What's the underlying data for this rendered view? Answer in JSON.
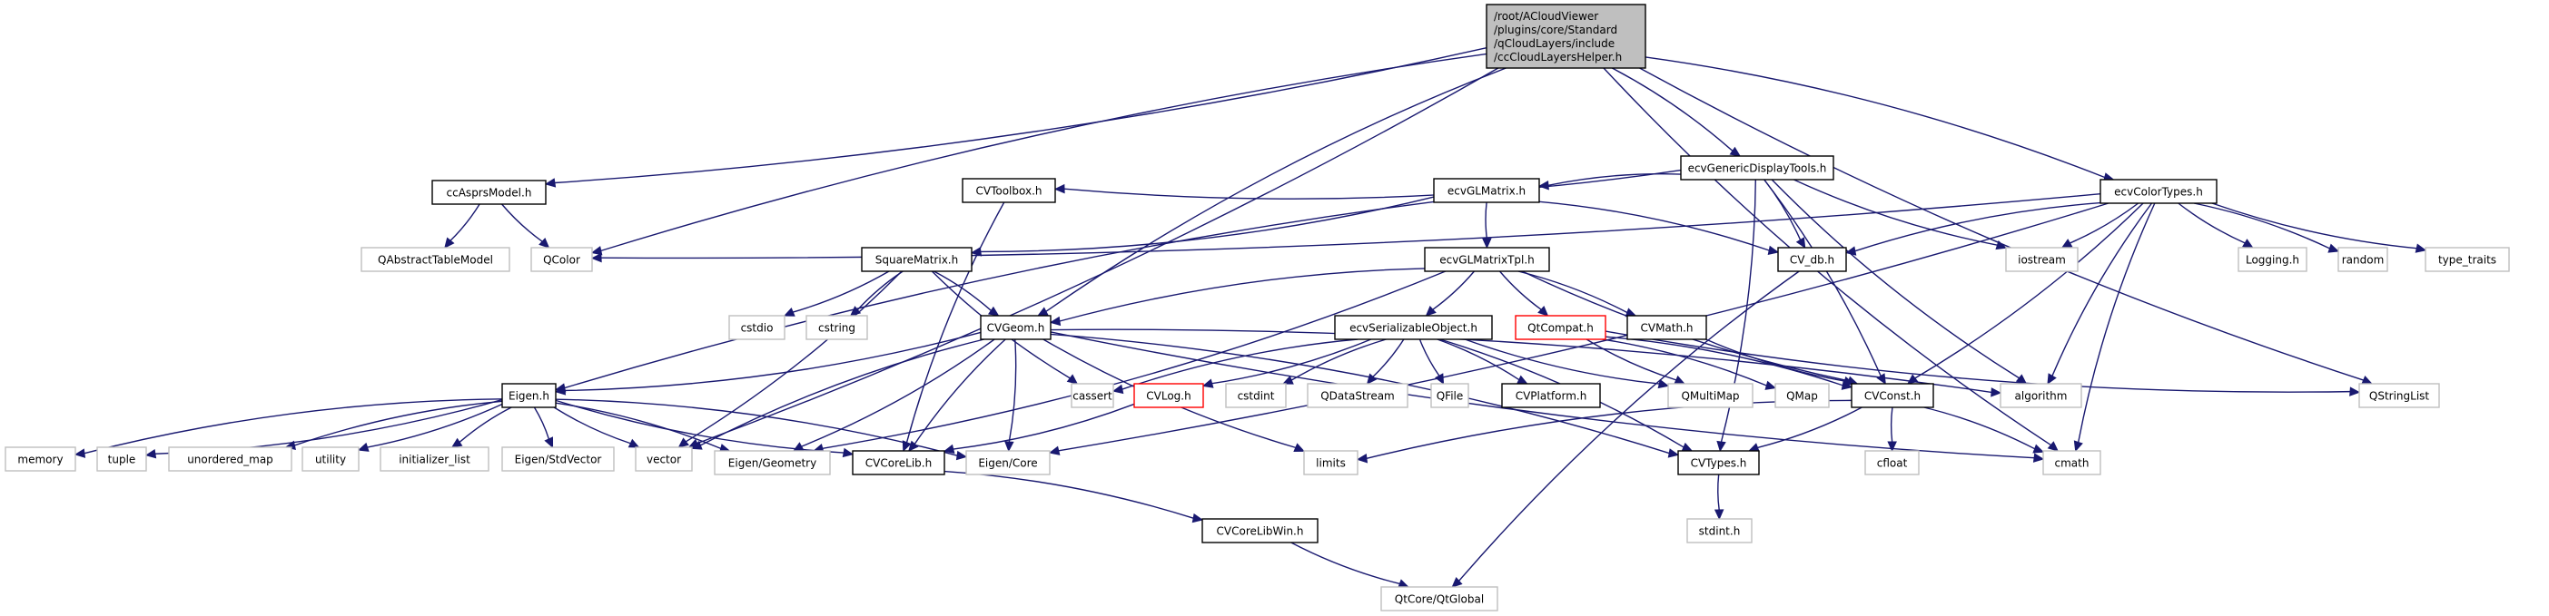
{
  "diagram": {
    "type": "include-dependency-graph",
    "colors": {
      "edge": "#191970",
      "external_border": "#bfbfbf",
      "documented_border": "#000000",
      "incomplete_border": "#ff0000",
      "root_fill": "#bfbfbf"
    },
    "nodes": [
      {
        "id": "root",
        "kind": "root",
        "lines": [
          "/root/ACloudViewer",
          "/plugins/core/Standard",
          "/qCloudLayers/include",
          "/ccCloudLayersHelper.h"
        ]
      },
      {
        "id": "ccAsprsModel",
        "kind": "int",
        "lines": [
          "ccAsprsModel.h"
        ]
      },
      {
        "id": "QAbstractTableModel",
        "kind": "ext",
        "lines": [
          "QAbstractTableModel"
        ]
      },
      {
        "id": "QColor",
        "kind": "ext",
        "lines": [
          "QColor"
        ]
      },
      {
        "id": "ecvGenericDisplayTools",
        "kind": "int",
        "lines": [
          "ecvGenericDisplayTools.h"
        ]
      },
      {
        "id": "CVToolbox",
        "kind": "int",
        "lines": [
          "CVToolbox.h"
        ]
      },
      {
        "id": "ecvGLMatrix",
        "kind": "int",
        "lines": [
          "ecvGLMatrix.h"
        ]
      },
      {
        "id": "ecvColorTypes",
        "kind": "int",
        "lines": [
          "ecvColorTypes.h"
        ]
      },
      {
        "id": "SquareMatrix",
        "kind": "int",
        "lines": [
          "SquareMatrix.h"
        ]
      },
      {
        "id": "ecvGLMatrixTpl",
        "kind": "int",
        "lines": [
          "ecvGLMatrixTpl.h"
        ]
      },
      {
        "id": "CV_db",
        "kind": "int",
        "lines": [
          "CV_db.h"
        ]
      },
      {
        "id": "iostream",
        "kind": "ext",
        "lines": [
          "iostream"
        ]
      },
      {
        "id": "Logging",
        "kind": "ext",
        "lines": [
          "Logging.h"
        ]
      },
      {
        "id": "random",
        "kind": "ext",
        "lines": [
          "random"
        ]
      },
      {
        "id": "type_traits",
        "kind": "ext",
        "lines": [
          "type_traits"
        ]
      },
      {
        "id": "cstdio",
        "kind": "ext",
        "lines": [
          "cstdio"
        ]
      },
      {
        "id": "cstring",
        "kind": "ext",
        "lines": [
          "cstring"
        ]
      },
      {
        "id": "CVGeom",
        "kind": "int",
        "lines": [
          "CVGeom.h"
        ]
      },
      {
        "id": "ecvSerializableObject",
        "kind": "int",
        "lines": [
          "ecvSerializableObject.h"
        ]
      },
      {
        "id": "QtCompat",
        "kind": "red",
        "lines": [
          "QtCompat.h"
        ]
      },
      {
        "id": "CVMath",
        "kind": "int",
        "lines": [
          "CVMath.h"
        ]
      },
      {
        "id": "Eigen",
        "kind": "int",
        "lines": [
          "Eigen.h"
        ]
      },
      {
        "id": "cassert",
        "kind": "ext",
        "lines": [
          "cassert"
        ]
      },
      {
        "id": "CVLog",
        "kind": "red",
        "lines": [
          "CVLog.h"
        ]
      },
      {
        "id": "cstdint",
        "kind": "ext",
        "lines": [
          "cstdint"
        ]
      },
      {
        "id": "QDataStream",
        "kind": "ext",
        "lines": [
          "QDataStream"
        ]
      },
      {
        "id": "QFile",
        "kind": "ext",
        "lines": [
          "QFile"
        ]
      },
      {
        "id": "CVPlatform",
        "kind": "int",
        "lines": [
          "CVPlatform.h"
        ]
      },
      {
        "id": "QMultiMap",
        "kind": "ext",
        "lines": [
          "QMultiMap"
        ]
      },
      {
        "id": "QMap",
        "kind": "ext",
        "lines": [
          "QMap"
        ]
      },
      {
        "id": "CVConst",
        "kind": "int",
        "lines": [
          "CVConst.h"
        ]
      },
      {
        "id": "algorithm",
        "kind": "ext",
        "lines": [
          "algorithm"
        ]
      },
      {
        "id": "QStringList",
        "kind": "ext",
        "lines": [
          "QStringList"
        ]
      },
      {
        "id": "memory",
        "kind": "ext",
        "lines": [
          "memory"
        ]
      },
      {
        "id": "tuple",
        "kind": "ext",
        "lines": [
          "tuple"
        ]
      },
      {
        "id": "unordered_map",
        "kind": "ext",
        "lines": [
          "unordered_map"
        ]
      },
      {
        "id": "utility",
        "kind": "ext",
        "lines": [
          "utility"
        ]
      },
      {
        "id": "initializer_list",
        "kind": "ext",
        "lines": [
          "initializer_list"
        ]
      },
      {
        "id": "EigenStdVector",
        "kind": "ext",
        "lines": [
          "Eigen/StdVector"
        ]
      },
      {
        "id": "vector",
        "kind": "ext",
        "lines": [
          "vector"
        ]
      },
      {
        "id": "EigenGeometry",
        "kind": "ext",
        "lines": [
          "Eigen/Geometry"
        ]
      },
      {
        "id": "CVCoreLib",
        "kind": "int",
        "lines": [
          "CVCoreLib.h"
        ]
      },
      {
        "id": "EigenCore",
        "kind": "ext",
        "lines": [
          "Eigen/Core"
        ]
      },
      {
        "id": "limits",
        "kind": "ext",
        "lines": [
          "limits"
        ]
      },
      {
        "id": "CVTypes",
        "kind": "int",
        "lines": [
          "CVTypes.h"
        ]
      },
      {
        "id": "cfloat",
        "kind": "ext",
        "lines": [
          "cfloat"
        ]
      },
      {
        "id": "cmath",
        "kind": "ext",
        "lines": [
          "cmath"
        ]
      },
      {
        "id": "stdint",
        "kind": "ext",
        "lines": [
          "stdint.h"
        ]
      },
      {
        "id": "CVCoreLibWin",
        "kind": "int",
        "lines": [
          "CVCoreLibWin.h"
        ]
      },
      {
        "id": "QtGlobal",
        "kind": "ext",
        "lines": [
          "QtCore/QtGlobal"
        ]
      }
    ],
    "edges": [
      [
        "root",
        "ccAsprsModel"
      ],
      [
        "root",
        "QColor"
      ],
      [
        "root",
        "vector"
      ],
      [
        "root",
        "CVGeom"
      ],
      [
        "root",
        "ecvGenericDisplayTools"
      ],
      [
        "root",
        "cmath"
      ],
      [
        "root",
        "ecvColorTypes"
      ],
      [
        "root",
        "QStringList"
      ],
      [
        "ccAsprsModel",
        "QAbstractTableModel"
      ],
      [
        "ccAsprsModel",
        "QColor"
      ],
      [
        "ecvGenericDisplayTools",
        "CVToolbox"
      ],
      [
        "ecvGenericDisplayTools",
        "ecvGLMatrix"
      ],
      [
        "ecvGenericDisplayTools",
        "CV_db"
      ],
      [
        "ecvGenericDisplayTools",
        "iostream"
      ],
      [
        "ecvGenericDisplayTools",
        "CVConst"
      ],
      [
        "ecvGenericDisplayTools",
        "algorithm"
      ],
      [
        "ecvGenericDisplayTools",
        "CVTypes"
      ],
      [
        "CVToolbox",
        "CVCoreLib"
      ],
      [
        "ecvGLMatrix",
        "SquareMatrix"
      ],
      [
        "ecvGLMatrix",
        "ecvGLMatrixTpl"
      ],
      [
        "ecvGLMatrix",
        "CV_db"
      ],
      [
        "ecvGLMatrix",
        "Eigen"
      ],
      [
        "ecvColorTypes",
        "QColor"
      ],
      [
        "ecvColorTypes",
        "CV_db"
      ],
      [
        "ecvColorTypes",
        "iostream"
      ],
      [
        "ecvColorTypes",
        "Logging"
      ],
      [
        "ecvColorTypes",
        "random"
      ],
      [
        "ecvColorTypes",
        "type_traits"
      ],
      [
        "ecvColorTypes",
        "CVConst"
      ],
      [
        "ecvColorTypes",
        "algorithm"
      ],
      [
        "ecvColorTypes",
        "EigenCore"
      ],
      [
        "ecvColorTypes",
        "cmath"
      ],
      [
        "SquareMatrix",
        "cstdio"
      ],
      [
        "SquareMatrix",
        "cstring"
      ],
      [
        "SquareMatrix",
        "CVGeom"
      ],
      [
        "SquareMatrix",
        "cassert"
      ],
      [
        "SquareMatrix",
        "vector"
      ],
      [
        "ecvGLMatrixTpl",
        "CVGeom"
      ],
      [
        "ecvGLMatrixTpl",
        "ecvSerializableObject"
      ],
      [
        "ecvGLMatrixTpl",
        "QtCompat"
      ],
      [
        "ecvGLMatrixTpl",
        "CVMath"
      ],
      [
        "ecvGLMatrixTpl",
        "CVConst"
      ],
      [
        "ecvGLMatrixTpl",
        "EigenGeometry"
      ],
      [
        "CV_db",
        "QtGlobal"
      ],
      [
        "CVGeom",
        "Eigen"
      ],
      [
        "CVGeom",
        "vector"
      ],
      [
        "CVGeom",
        "EigenGeometry"
      ],
      [
        "CVGeom",
        "CVCoreLib"
      ],
      [
        "CVGeom",
        "EigenCore"
      ],
      [
        "CVGeom",
        "limits"
      ],
      [
        "CVGeom",
        "CVTypes"
      ],
      [
        "CVGeom",
        "cmath"
      ],
      [
        "CVGeom",
        "algorithm"
      ],
      [
        "ecvSerializableObject",
        "cassert"
      ],
      [
        "ecvSerializableObject",
        "CVLog"
      ],
      [
        "ecvSerializableObject",
        "cstdint"
      ],
      [
        "ecvSerializableObject",
        "QDataStream"
      ],
      [
        "ecvSerializableObject",
        "QFile"
      ],
      [
        "ecvSerializableObject",
        "CVPlatform"
      ],
      [
        "ecvSerializableObject",
        "QMultiMap"
      ],
      [
        "ecvSerializableObject",
        "CVTypes"
      ],
      [
        "QtCompat",
        "QMultiMap"
      ],
      [
        "QtCompat",
        "QMap"
      ],
      [
        "QtCompat",
        "QStringList"
      ],
      [
        "QtCompat",
        "CVConst"
      ],
      [
        "CVMath",
        "CVConst"
      ],
      [
        "CVLog",
        "CVCoreLib"
      ],
      [
        "Eigen",
        "memory"
      ],
      [
        "Eigen",
        "tuple"
      ],
      [
        "Eigen",
        "unordered_map"
      ],
      [
        "Eigen",
        "utility"
      ],
      [
        "Eigen",
        "initializer_list"
      ],
      [
        "Eigen",
        "EigenStdVector"
      ],
      [
        "Eigen",
        "vector"
      ],
      [
        "Eigen",
        "EigenGeometry"
      ],
      [
        "Eigen",
        "CVCoreLib"
      ],
      [
        "Eigen",
        "EigenCore"
      ],
      [
        "CVConst",
        "limits"
      ],
      [
        "CVConst",
        "CVTypes"
      ],
      [
        "CVConst",
        "cfloat"
      ],
      [
        "CVConst",
        "cmath"
      ],
      [
        "CVTypes",
        "stdint"
      ],
      [
        "CVCoreLib",
        "CVCoreLibWin"
      ],
      [
        "CVCoreLibWin",
        "QtGlobal"
      ]
    ]
  }
}
